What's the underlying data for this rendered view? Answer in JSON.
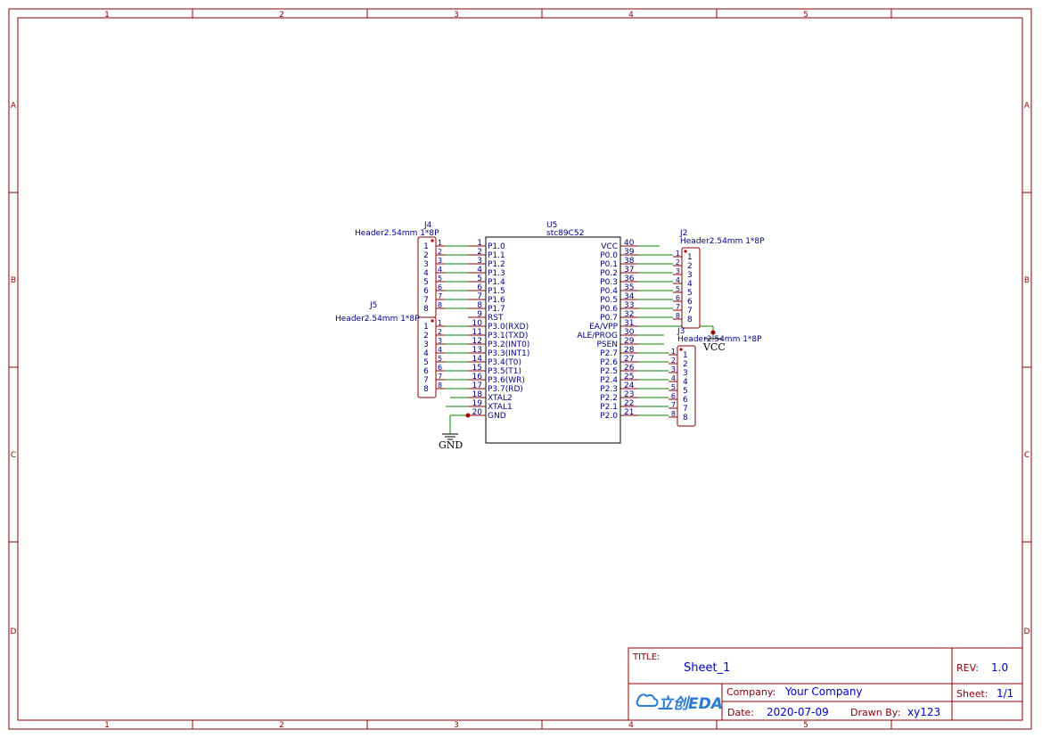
{
  "frame": {
    "col_labels": [
      "1",
      "2",
      "3",
      "4",
      "5"
    ],
    "row_labels": [
      "A",
      "B",
      "C",
      "D"
    ]
  },
  "u5": {
    "designator": "U5",
    "part": "stc89C52",
    "left_pins": [
      {
        "num": "1",
        "name": "P1.0"
      },
      {
        "num": "2",
        "name": "P1.1"
      },
      {
        "num": "3",
        "name": "P1.2"
      },
      {
        "num": "4",
        "name": "P1.3"
      },
      {
        "num": "5",
        "name": "P1.4"
      },
      {
        "num": "6",
        "name": "P1.5"
      },
      {
        "num": "7",
        "name": "P1.6"
      },
      {
        "num": "8",
        "name": "P1.7"
      },
      {
        "num": "9",
        "name": "RST"
      },
      {
        "num": "10",
        "name": "P3.0(RXD)"
      },
      {
        "num": "11",
        "name": "P3.1(TXD)"
      },
      {
        "num": "12",
        "name": "P3.2(INT0)"
      },
      {
        "num": "13",
        "name": "P3.3(INT1)"
      },
      {
        "num": "14",
        "name": "P3.4(T0)"
      },
      {
        "num": "15",
        "name": "P3.5(T1)"
      },
      {
        "num": "16",
        "name": "P3.6(WR)"
      },
      {
        "num": "17",
        "name": "P3.7(RD)"
      },
      {
        "num": "18",
        "name": "XTAL2"
      },
      {
        "num": "19",
        "name": "XTAL1"
      },
      {
        "num": "20",
        "name": "GND"
      }
    ],
    "right_pins": [
      {
        "num": "40",
        "name": "VCC"
      },
      {
        "num": "39",
        "name": "P0.0"
      },
      {
        "num": "38",
        "name": "P0.1"
      },
      {
        "num": "37",
        "name": "P0.2"
      },
      {
        "num": "36",
        "name": "P0.3"
      },
      {
        "num": "35",
        "name": "P0.4"
      },
      {
        "num": "34",
        "name": "P0.5"
      },
      {
        "num": "33",
        "name": "P0.6"
      },
      {
        "num": "32",
        "name": "P0.7"
      },
      {
        "num": "31",
        "name": "EA/VPP"
      },
      {
        "num": "30",
        "name": "ALE/PROG"
      },
      {
        "num": "29",
        "name": "PSEN"
      },
      {
        "num": "28",
        "name": "P2.7"
      },
      {
        "num": "27",
        "name": "P2.6"
      },
      {
        "num": "26",
        "name": "P2.5"
      },
      {
        "num": "25",
        "name": "P2.4"
      },
      {
        "num": "24",
        "name": "P2.3"
      },
      {
        "num": "23",
        "name": "P2.2"
      },
      {
        "num": "22",
        "name": "P2.1"
      },
      {
        "num": "21",
        "name": "P2.0"
      }
    ]
  },
  "headers": [
    {
      "id": "J4",
      "designator": "J4",
      "part": "Header2.54mm 1*8P",
      "pins": [
        "1",
        "2",
        "3",
        "4",
        "5",
        "6",
        "7",
        "8"
      ]
    },
    {
      "id": "J5",
      "designator": "J5",
      "part": "Header2.54mm 1*8P",
      "pins": [
        "1",
        "2",
        "3",
        "4",
        "5",
        "6",
        "7",
        "8"
      ]
    },
    {
      "id": "J2",
      "designator": "J2",
      "part": "Header2.54mm 1*8P",
      "pins": [
        "1",
        "2",
        "3",
        "4",
        "5",
        "6",
        "7",
        "8"
      ]
    },
    {
      "id": "J3",
      "designator": "J3",
      "part": "Header2.54mm 1*8P",
      "pins": [
        "1",
        "2",
        "3",
        "4",
        "5",
        "6",
        "7",
        "8"
      ]
    }
  ],
  "power": {
    "vcc": "VCC",
    "gnd": "GND"
  },
  "title_block": {
    "title_label": "TITLE:",
    "title": "Sheet_1",
    "rev_label": "REV:",
    "rev": "1.0",
    "company_label": "Company:",
    "company": "Your Company",
    "sheet_label": "Sheet:",
    "sheet": "1/1",
    "date_label": "Date:",
    "date": "2020-07-09",
    "drawn_label": "Drawn By:",
    "drawn": "xy123",
    "logo": "立创EDA"
  },
  "colors": {
    "frame": "#880000",
    "pin_text": "#000080",
    "wire": "#008800",
    "junction": "#aa0000",
    "black": "#000000"
  }
}
